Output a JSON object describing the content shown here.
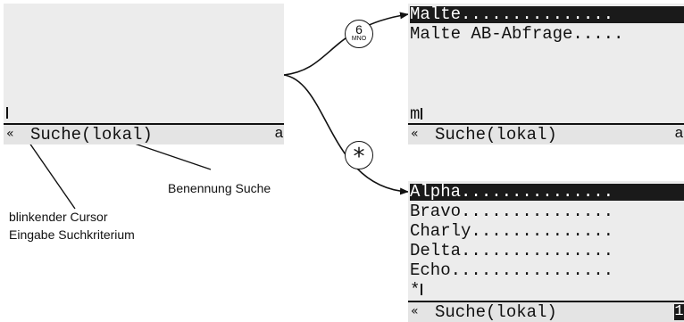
{
  "panel_left": {
    "status": "Suche(lokal)",
    "mode": "a",
    "icon": "phonebook-icon"
  },
  "panel_top_right": {
    "lines": [
      "Malte...............",
      "Malte AB-Abfrage....."
    ],
    "input": "m",
    "status": "Suche(lokal)",
    "mode": "a",
    "icon": "phonebook-icon"
  },
  "panel_bottom_right": {
    "lines": [
      "Alpha...............",
      "Bravo...............",
      "Charly..............",
      "Delta...............",
      "Echo................"
    ],
    "input": "*",
    "status": "Suche(lokal)",
    "mode": "1",
    "icon": "phonebook-icon"
  },
  "keys": {
    "six_digit": "6",
    "six_letters": "MNO",
    "star": "*"
  },
  "captions": {
    "naming": "Benennung Suche",
    "cursor_line1": "blinkender Cursor",
    "cursor_line2": "Eingabe Suchkriterium"
  }
}
